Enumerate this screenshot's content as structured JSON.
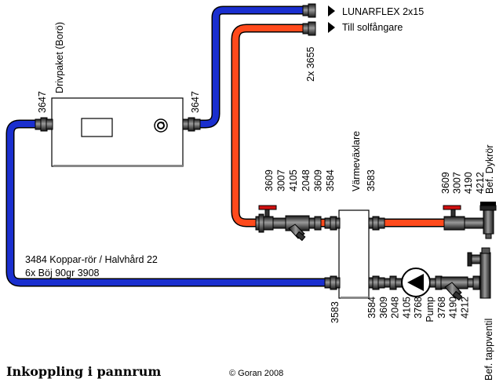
{
  "title": "Inkoppling i pannrum",
  "copyright": "© Goran 2008",
  "labels": {
    "lunarflex": "LUNARFLEX 2x15",
    "solar": "Till solfångare",
    "drivpaket": "Drivpaket (Borö)",
    "c3647_left": "3647",
    "c3647_right": "3647",
    "c3655": "2x 3655",
    "varmevaxlare": "Värmeväxlare",
    "c3583_top": "3583",
    "copper": "3484 Koppar-rör / Halvhård 22",
    "bends": "6x Böj 90gr 3908",
    "c3583_bottom": "3583",
    "dykror": "Bef. Dykrör",
    "tappventil": "Bef. tappventil"
  },
  "top_left_codes": [
    "3609",
    "3007",
    "4105",
    "2048",
    "3609",
    "3584"
  ],
  "top_right_codes": [
    "3609",
    "3007",
    "4190",
    "4212"
  ],
  "bottom_codes": [
    "3584",
    "3609",
    "2048",
    "4105",
    "3768",
    "Pump",
    "3768",
    "4190",
    "4212"
  ],
  "colors": {
    "hot": "#ff4a1c",
    "cold": "#1a2fcf",
    "fitting": "#3a3a3a",
    "valve_red": "#d01010"
  }
}
